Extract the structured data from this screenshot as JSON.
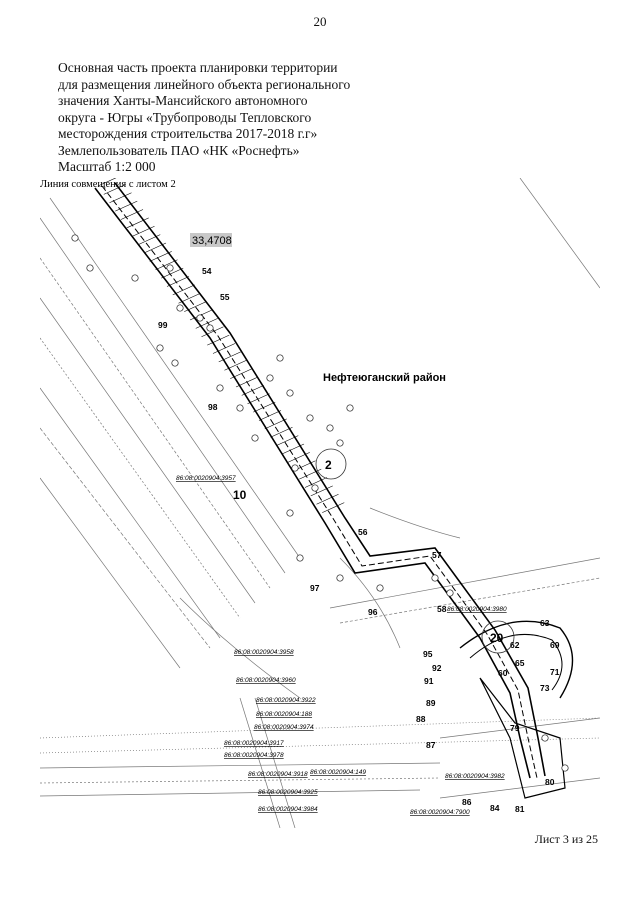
{
  "page_number": "20",
  "header": {
    "lines": [
      "Основная часть проекта планировки территории",
      "для размещения линейного объекта регионального",
      "значения Ханты-Мансийского автономного",
      "округа - Югры «Трубопроводы Тепловского",
      "месторождения строительства 2017-2018 г.г»",
      "Землепользователь ПАО «НК «Роснефть»",
      "Масштаб 1:2 000"
    ]
  },
  "map": {
    "match_line_label": "Линия совмещения с листом 2",
    "district_label": "Нефтеюганский район",
    "area_label": "33,4708",
    "zones": [
      "2",
      "10",
      "20"
    ],
    "point_labels": [
      "54",
      "55",
      "99",
      "98",
      "56",
      "57",
      "97",
      "96",
      "58",
      "95",
      "92",
      "91",
      "89",
      "88",
      "87",
      "86",
      "84",
      "81",
      "80",
      "79",
      "73",
      "71",
      "69",
      "63",
      "65",
      "62",
      "60"
    ],
    "parcels": [
      "86:08:0020904:3957",
      "86:08:0020904:3980",
      "86:08:0020904:3958",
      "86:08:0020904:3960",
      "86:08:0020904:3922",
      "86:08:0020904:188",
      "86:08:0020904:3974",
      "86:08:0020904:3917",
      "86:08:0020904:3978",
      "86:08:0020904:3918",
      "86:08:0020904:149",
      "86:08:0020904:3925",
      "86:08:0020904:3984",
      "86:08:0020904:3982",
      "86:08:0020904:7900"
    ]
  },
  "footer": {
    "sheet": "Лист 3 из 25"
  }
}
